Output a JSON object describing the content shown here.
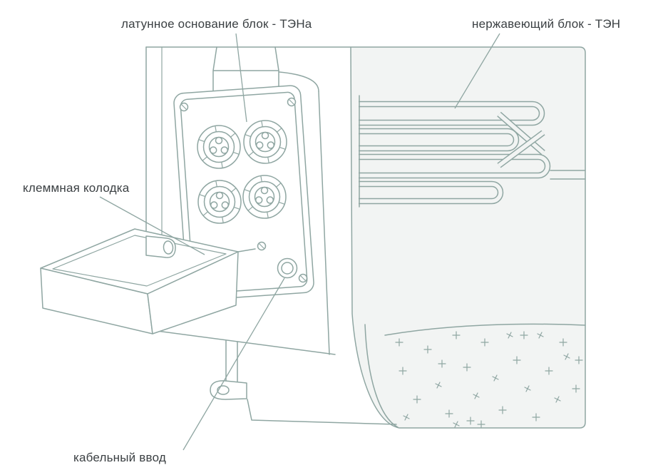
{
  "diagram": {
    "labels": {
      "brass_base": "латунное основание блок - ТЭНа",
      "stainless_block": "нержавеющий блок - ТЭН",
      "terminal_block": "клеммная колодка",
      "cable_entry": "кабельный ввод"
    },
    "colors": {
      "line": "#8fa6a2",
      "fill": "#f2f4f3",
      "text": "#3a3f42",
      "background": "#ffffff"
    }
  }
}
